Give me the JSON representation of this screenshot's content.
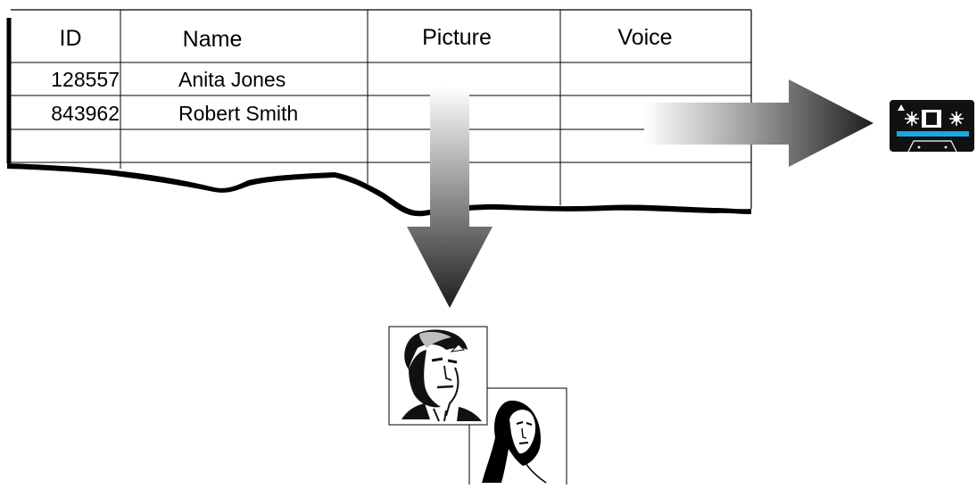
{
  "table": {
    "headers": [
      "ID",
      "Name",
      "Picture",
      "Voice"
    ],
    "rows": [
      [
        "128557",
        "Anita Jones",
        "",
        ""
      ],
      [
        "843962",
        "Robert Smith",
        "",
        ""
      ],
      [
        "",
        "",
        "",
        ""
      ]
    ]
  },
  "icons": {
    "cassette": "cassette-tape-icon",
    "photo_man": "man-portrait-photo",
    "photo_woman": "woman-portrait-photo"
  },
  "colors": {
    "line": "#000000",
    "background": "#ffffff",
    "arrow_dark": "#1e1e1e",
    "arrow_light": "#ffffff",
    "cassette_body": "#111111",
    "cassette_stripe": "#19a7df"
  }
}
